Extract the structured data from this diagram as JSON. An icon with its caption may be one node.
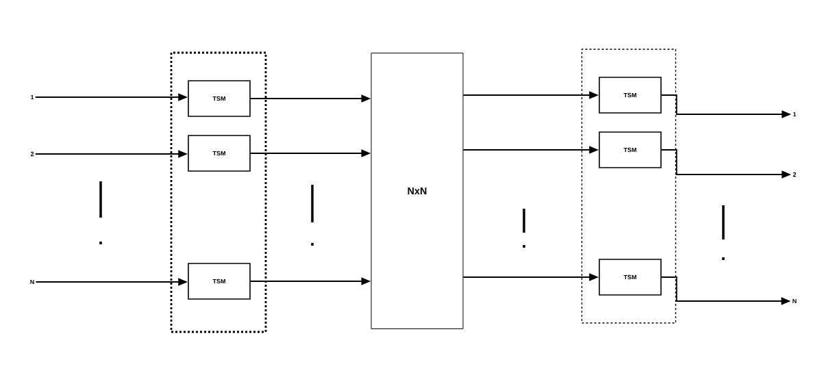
{
  "diagram": {
    "nodes": [
      {
        "text": [
          "1"
        ]
      },
      {
        "text": [
          "2"
        ]
      },
      {
        "text": [
          "N"
        ]
      },
      {
        "text": [],
        "shape": "box"
      },
      {
        "text": [
          "TSM"
        ],
        "in": 3
      },
      {
        "text": [
          "TSM"
        ],
        "in": 3
      },
      {
        "text": [
          "TSM"
        ],
        "in": 3
      },
      {
        "text": [
          "NxN"
        ]
      },
      {
        "text": [],
        "shape": "box"
      },
      {
        "text": [
          "TSM"
        ],
        "in": 8
      },
      {
        "text": [
          "TSM"
        ],
        "in": 8
      },
      {
        "text": [
          "TSM"
        ],
        "in": 8
      },
      {
        "text": [
          "1"
        ]
      },
      {
        "text": [
          "2"
        ]
      },
      {
        "text": [
          "N"
        ]
      }
    ],
    "edges": [
      {
        "from": 0,
        "to": 4,
        "arrow": "to"
      },
      {
        "from": 1,
        "to": 5,
        "arrow": "to"
      },
      {
        "from": 2,
        "to": 6,
        "arrow": "to"
      },
      {
        "from": 4,
        "to": 7,
        "arrow": "to"
      },
      {
        "from": 5,
        "to": 7,
        "arrow": "to"
      },
      {
        "from": 6,
        "to": 7,
        "arrow": "to"
      },
      {
        "from": 7,
        "to": 9,
        "arrow": "to"
      },
      {
        "from": 7,
        "to": 10,
        "arrow": "to"
      },
      {
        "from": 7,
        "to": 11,
        "arrow": "to"
      },
      {
        "from": 9,
        "to": 12,
        "arrow": "to"
      },
      {
        "from": 10,
        "to": 13,
        "arrow": "to"
      },
      {
        "from": 11,
        "to": 14,
        "arrow": "to"
      }
    ]
  }
}
